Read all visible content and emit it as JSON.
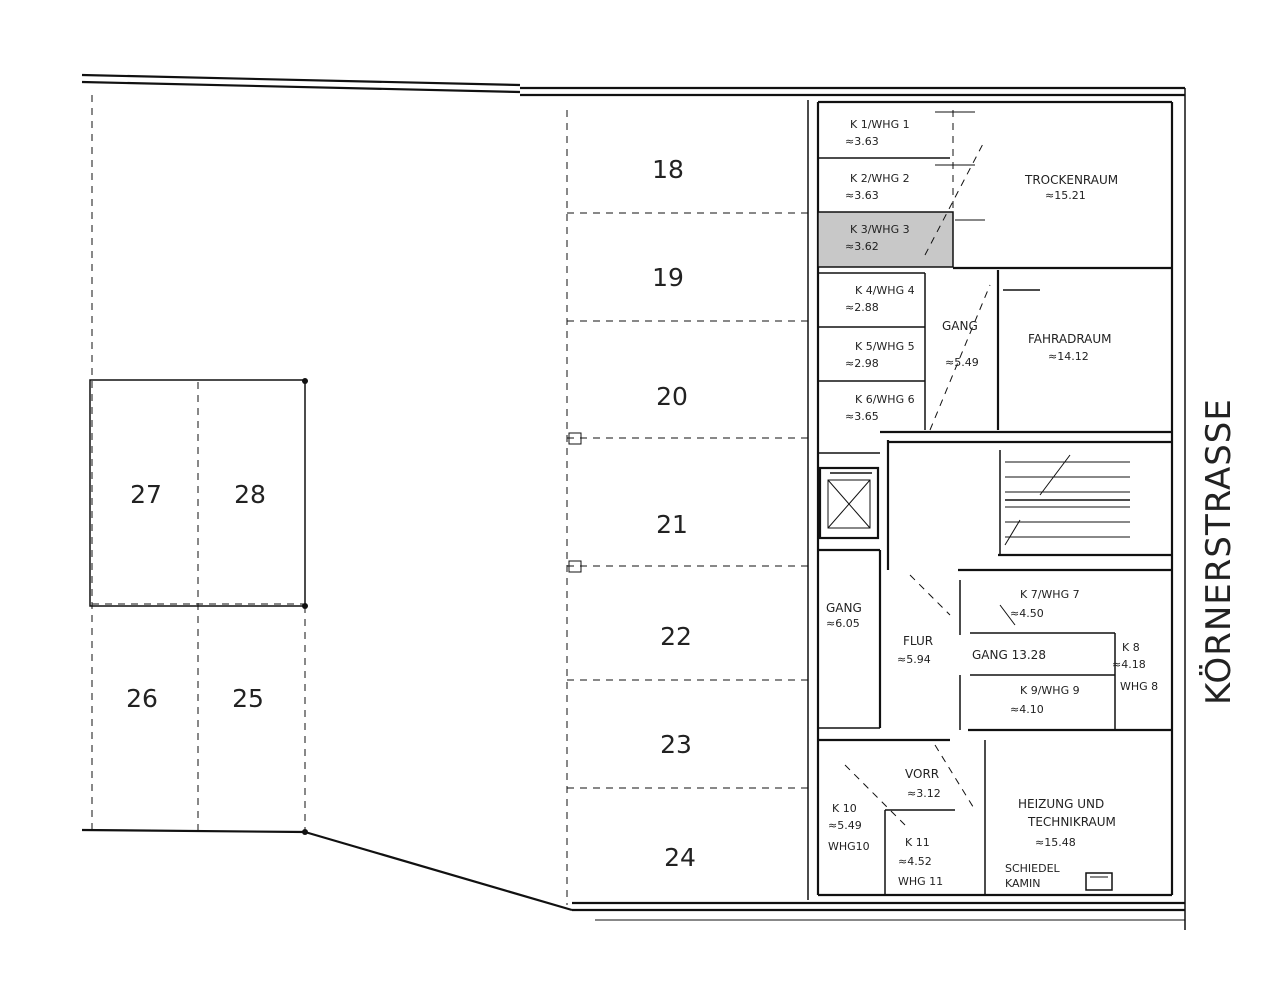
{
  "street": "KÖRNERSTRASSE",
  "parking_spaces": [
    "18",
    "19",
    "20",
    "21",
    "22",
    "23",
    "24",
    "25",
    "26",
    "27",
    "28"
  ],
  "rooms": {
    "k1": {
      "name": "K 1/WHG 1",
      "area": "≈3.63"
    },
    "k2": {
      "name": "K 2/WHG 2",
      "area": "≈3.63"
    },
    "k3": {
      "name": "K 3/WHG 3",
      "area": "≈3.62"
    },
    "k4": {
      "name": "K 4/WHG 4",
      "area": "≈2.88"
    },
    "k5": {
      "name": "K 5/WHG 5",
      "area": "≈2.98"
    },
    "k6": {
      "name": "K 6/WHG 6",
      "area": "≈3.65"
    },
    "trockenraum": {
      "name": "TROCKENRAUM",
      "area": "≈15.21"
    },
    "gang_top": {
      "name": "GANG",
      "area": "≈5.49"
    },
    "fahrradraum": {
      "name": "FAHRADRAUM",
      "area": "≈14.12"
    },
    "gang_left": {
      "name": "GANG",
      "area": "≈6.05"
    },
    "flur": {
      "name": "FLUR",
      "area": "≈5.94"
    },
    "k7": {
      "name": "K 7/WHG 7",
      "area": "≈4.50"
    },
    "gang_mid": {
      "name": "GANG 13.28"
    },
    "k8": {
      "name": "K 8",
      "area": "≈4.18",
      "whg": "WHG 8"
    },
    "k9": {
      "name": "K 9/WHG 9",
      "area": "≈4.10"
    },
    "vorr": {
      "name": "VORR",
      "area": "≈3.12"
    },
    "k10": {
      "name": "K 10",
      "area": "≈5.49",
      "whg": "WHG10"
    },
    "k11": {
      "name": "K 11",
      "area": "≈4.52",
      "whg": "WHG 11"
    },
    "heizung": {
      "line1": "HEIZUNG UND",
      "line2": "TECHNIKRAUM",
      "area": "≈15.48"
    },
    "schiedel": {
      "line1": "SCHIEDEL",
      "line2": "KAMIN"
    }
  },
  "highlight_color": "#c8c8c8"
}
